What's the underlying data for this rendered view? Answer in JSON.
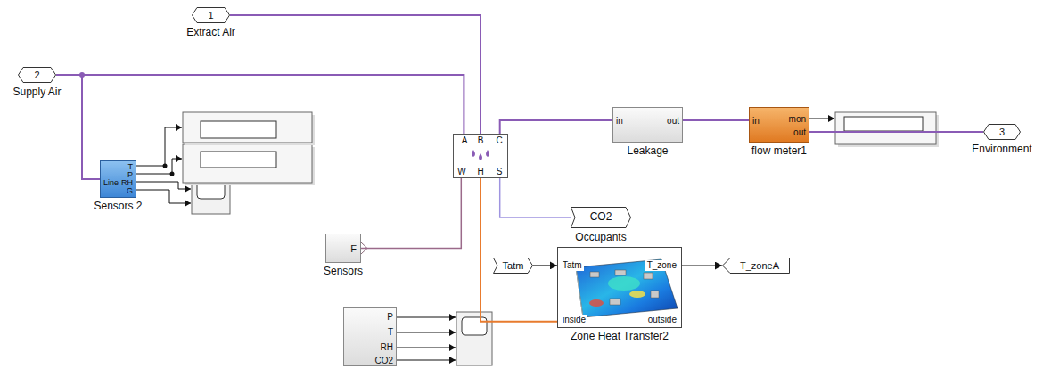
{
  "diagram": {
    "nodes": [
      {
        "text": [
          "1",
          "Extract Air"
        ]
      },
      {
        "text": [
          "2",
          "Supply Air"
        ]
      },
      {
        "text": [
          "Line",
          "T",
          "P",
          "RH",
          "G",
          "Sensors 2"
        ]
      },
      {
        "text": [
          "A",
          "B",
          "C",
          "W",
          "H",
          "S"
        ]
      },
      {
        "text": [
          "in",
          "out",
          "Leakage"
        ]
      },
      {
        "text": [
          "in",
          "mon",
          "out",
          "flow meter1"
        ]
      },
      {
        "text": [
          "3",
          "Environment"
        ]
      },
      {
        "text": [
          "CO2",
          "Occupants"
        ]
      },
      {
        "text": [
          "F",
          "Sensors"
        ]
      },
      {
        "text": [
          "Tatm"
        ]
      },
      {
        "text": [
          "Tatm",
          "T_zone",
          "inside",
          "outside",
          "Zone Heat Transfer2"
        ]
      },
      {
        "text": [
          "T_zoneA"
        ]
      },
      {
        "text": [
          "P",
          "T",
          "RH",
          "CO2"
        ]
      }
    ],
    "edges": [
      {
        "from": 0,
        "to": 3,
        "arrow": "none"
      },
      {
        "from": 1,
        "to": 3,
        "arrow": "none"
      },
      {
        "from": 1,
        "to": 2,
        "arrow": "none"
      },
      {
        "from": 3,
        "to": 4,
        "arrow": "none"
      },
      {
        "from": 4,
        "to": 5,
        "arrow": "none"
      },
      {
        "from": 5,
        "to": 6,
        "arrow": "none"
      },
      {
        "from": 3,
        "to": 7,
        "arrow": "none"
      },
      {
        "from": 3,
        "to": 8,
        "arrow": "none"
      },
      {
        "from": 3,
        "to": 10,
        "arrow": "none"
      },
      {
        "from": 9,
        "to": 10,
        "arrow": "to"
      },
      {
        "from": 10,
        "to": 11,
        "arrow": "to"
      }
    ]
  }
}
